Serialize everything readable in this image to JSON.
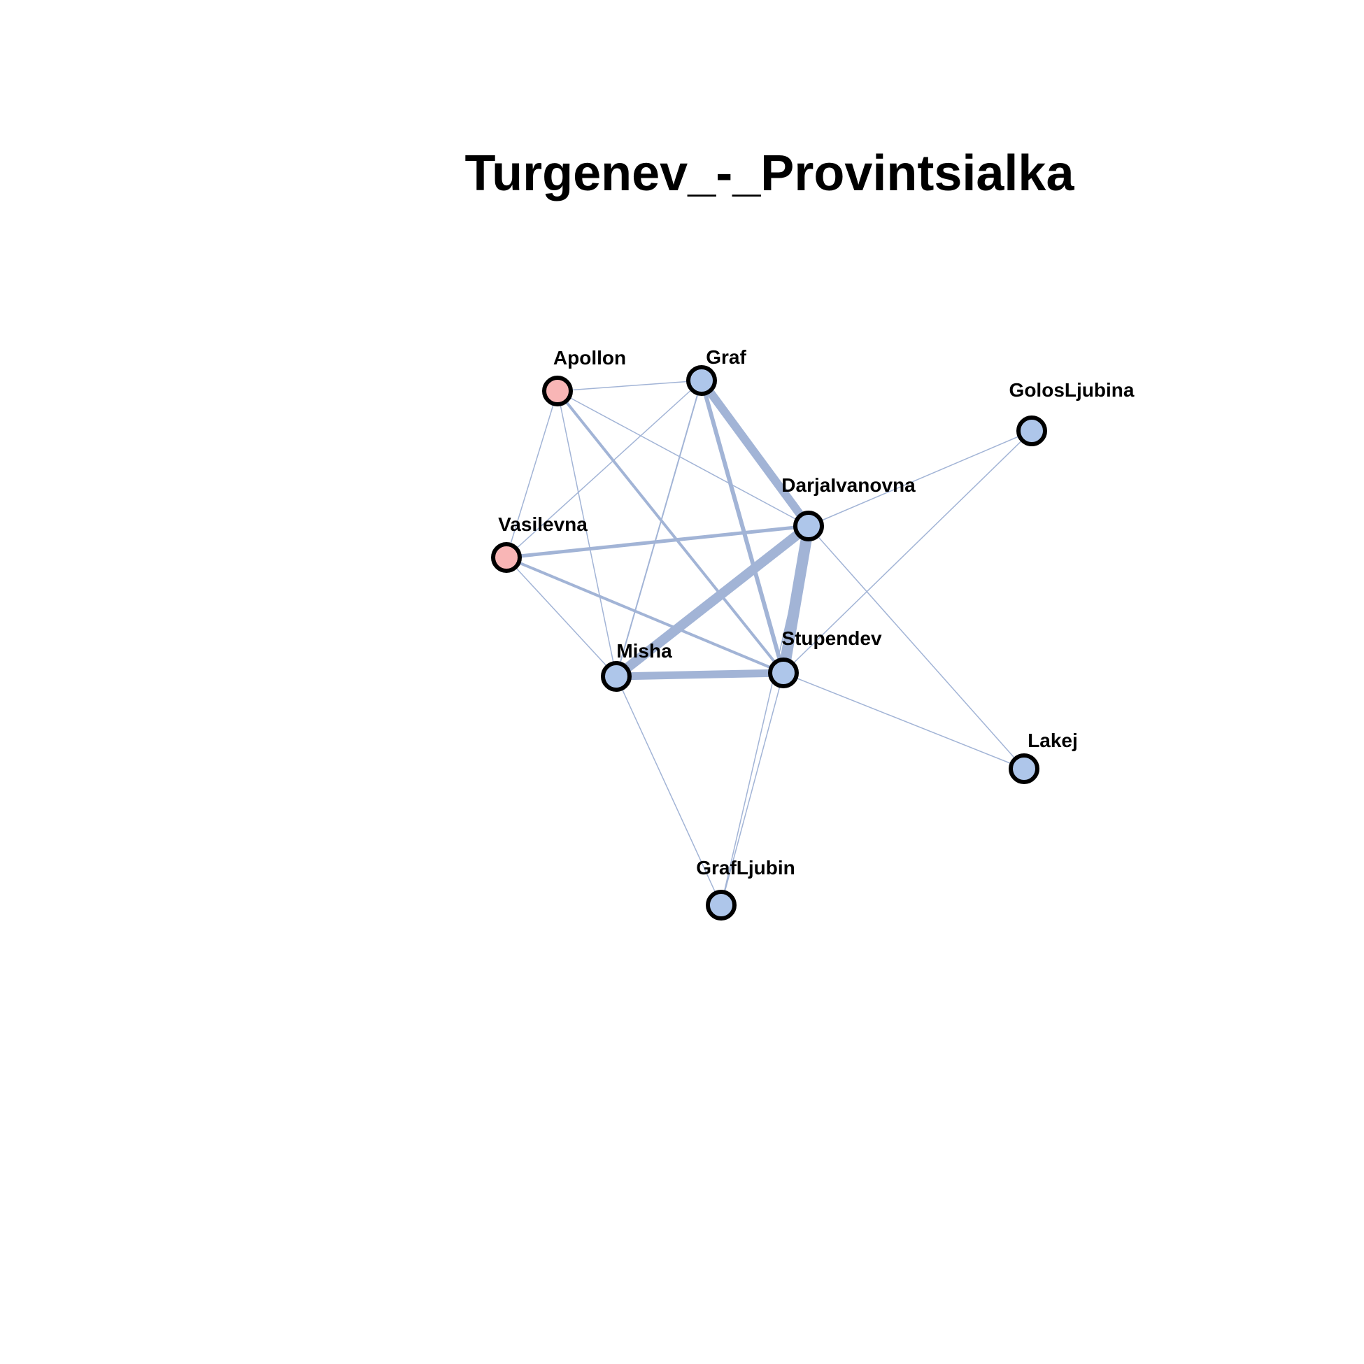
{
  "title": "Turgenev_-_Provintsialka",
  "colors": {
    "edge": "#a2b4d6",
    "node_default": "#aec6ea",
    "node_highlight": "#f9b6b6",
    "node_outline": "#000000",
    "background": "#ffffff"
  },
  "nodes": [
    {
      "id": "Apollon",
      "label": "Apollon",
      "group": "highlight"
    },
    {
      "id": "Graf",
      "label": "Graf",
      "group": "default"
    },
    {
      "id": "GolosLjubina",
      "label": "GolosLjubina",
      "group": "default"
    },
    {
      "id": "DarjaIvanovna",
      "label": "DarjaIvanovna",
      "group": "default"
    },
    {
      "id": "Vasilevna",
      "label": "Vasilevna",
      "group": "highlight"
    },
    {
      "id": "Misha",
      "label": "Misha",
      "group": "default"
    },
    {
      "id": "Stupendev",
      "label": "Stupendev",
      "group": "default"
    },
    {
      "id": "Lakej",
      "label": "Lakej",
      "group": "default"
    },
    {
      "id": "GrafLjubin",
      "label": "GrafLjubin",
      "group": "default"
    }
  ],
  "edges": [
    {
      "source": "DarjaIvanovna",
      "target": "Stupendev",
      "weight": 16
    },
    {
      "source": "DarjaIvanovna",
      "target": "Misha",
      "weight": 14
    },
    {
      "source": "Graf",
      "target": "DarjaIvanovna",
      "weight": 12
    },
    {
      "source": "Misha",
      "target": "Stupendev",
      "weight": 11
    },
    {
      "source": "Graf",
      "target": "Stupendev",
      "weight": 6
    },
    {
      "source": "Vasilevna",
      "target": "DarjaIvanovna",
      "weight": 5
    },
    {
      "source": "Vasilevna",
      "target": "Stupendev",
      "weight": 4
    },
    {
      "source": "Apollon",
      "target": "Stupendev",
      "weight": 4
    },
    {
      "source": "Graf",
      "target": "Misha",
      "weight": 2
    },
    {
      "source": "Graf",
      "target": "Vasilevna",
      "weight": 1.5
    },
    {
      "source": "Apollon",
      "target": "Graf",
      "weight": 1.5
    },
    {
      "source": "Apollon",
      "target": "Vasilevna",
      "weight": 1.5
    },
    {
      "source": "Apollon",
      "target": "Misha",
      "weight": 1.5
    },
    {
      "source": "Apollon",
      "target": "DarjaIvanovna",
      "weight": 1.5
    },
    {
      "source": "Vasilevna",
      "target": "Misha",
      "weight": 1.5
    },
    {
      "source": "Misha",
      "target": "GrafLjubin",
      "weight": 1.5
    },
    {
      "source": "Stupendev",
      "target": "GrafLjubin",
      "weight": 1.5
    },
    {
      "source": "DarjaIvanovna",
      "target": "GrafLjubin",
      "weight": 1.5
    },
    {
      "source": "DarjaIvanovna",
      "target": "GolosLjubina",
      "weight": 1.5
    },
    {
      "source": "Stupendev",
      "target": "GolosLjubina",
      "weight": 1.5
    },
    {
      "source": "DarjaIvanovna",
      "target": "Lakej",
      "weight": 1.5
    },
    {
      "source": "Stupendev",
      "target": "Lakej",
      "weight": 1.5
    }
  ]
}
